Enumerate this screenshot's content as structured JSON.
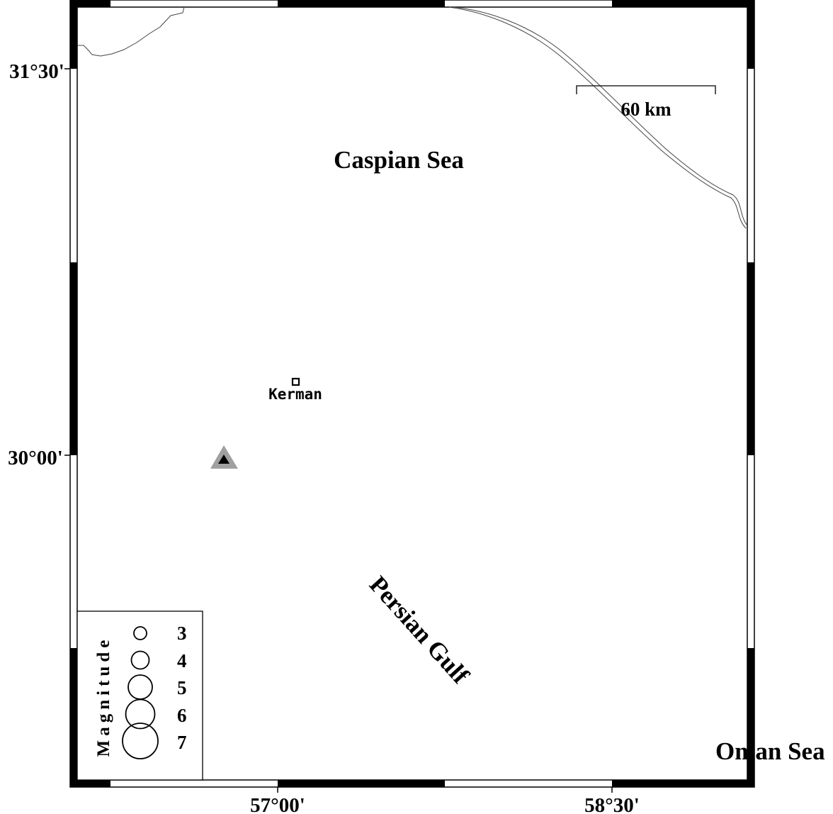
{
  "map": {
    "tick_labels": {
      "lat": [
        "31°30'",
        "30°00'"
      ],
      "lon": [
        "57°00'",
        "58°30'"
      ]
    },
    "sea_labels": {
      "caspian": "Caspian Sea",
      "persian_gulf": "Persian Gulf",
      "oman": "Oman Sea"
    },
    "scale_bar": {
      "label": "60 km"
    },
    "city": {
      "name": "Kerman",
      "icon": "square-marker-icon"
    },
    "station": {
      "icon": "triangle-station-icon",
      "fill": "#000000",
      "halo": "#a0a0a0"
    },
    "legend": {
      "title": "Magnitude",
      "magnitudes": [
        "3",
        "4",
        "5",
        "6",
        "7"
      ]
    },
    "colors": {
      "frame": "#000000",
      "coast": "#444444",
      "background": "#ffffff"
    }
  }
}
